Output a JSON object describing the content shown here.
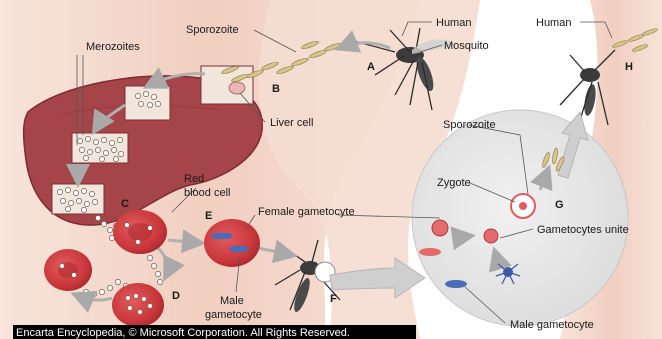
{
  "labels": {
    "human_left": "Human",
    "human_right": "Human",
    "mosquito": "Mosquito",
    "sporozoite_top": "Sporozoite",
    "merozoites": "Merozoites",
    "liver_cell": "Liver cell",
    "red_blood_cell_line1": "Red",
    "red_blood_cell_line2": "blood cell",
    "female_gametocyte": "Female gametocyte",
    "male_gametocyte_left_line1": "Male",
    "male_gametocyte_left_line2": "gametocyte",
    "sporozoite_circle": "Sporozoite",
    "zygote": "Zygote",
    "gametocytes_unite": "Gametocytes unite",
    "male_gametocyte_right": "Male gametocyte"
  },
  "steps": [
    "A",
    "B",
    "C",
    "D",
    "E",
    "F",
    "G",
    "H"
  ],
  "credit": "Encarta Encyclopedia, © Microsoft Corporation. All Rights Reserved.",
  "colors": {
    "skin": "#f3d6c9",
    "liver": "#a5454a",
    "rbc": "#c8363b",
    "circle": "#e6e6e6",
    "arrow": "#b9b9b9"
  }
}
